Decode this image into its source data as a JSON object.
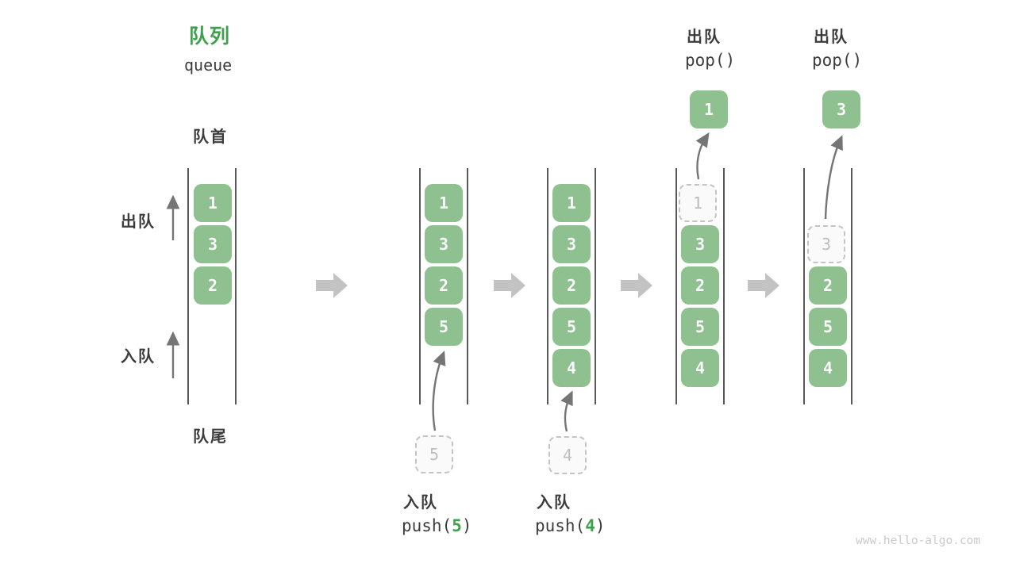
{
  "title": {
    "zh": "队列",
    "en": "queue"
  },
  "side": {
    "front": "队首",
    "rear": "队尾",
    "dequeue": "出队",
    "enqueue": "入队"
  },
  "ops": {
    "pop1": {
      "zh": "出队",
      "code": "pop()"
    },
    "pop2": {
      "zh": "出队",
      "code": "pop()"
    },
    "push5": {
      "zh": "入队",
      "pre": "push(",
      "arg": "5",
      "post": ")"
    },
    "push4": {
      "zh": "入队",
      "pre": "push(",
      "arg": "4",
      "post": ")"
    }
  },
  "stages": [
    {
      "slots": [
        "1",
        "3",
        "2"
      ]
    },
    {
      "slots": [
        "1",
        "3",
        "2",
        "5"
      ],
      "incoming": "5"
    },
    {
      "slots": [
        "1",
        "3",
        "2",
        "5",
        "4"
      ],
      "incoming": "4"
    },
    {
      "ghost": "1",
      "slots": [
        "3",
        "2",
        "5",
        "4"
      ],
      "popped": "1"
    },
    {
      "ghost": "3",
      "slots": [
        "2",
        "5",
        "4"
      ],
      "popped": "3"
    }
  ],
  "watermark": "www.hello-algo.com",
  "colors": {
    "box_green": "#8FC08F",
    "accent_green": "#3DA14D",
    "text_dark": "#3C3C3C",
    "block_arrow_gray": "#C3C3C3",
    "thin_arrow_gray": "#757575",
    "rail_gray": "#595959",
    "ghost_border": "#C4C4C4",
    "ghost_text": "#BDBDBD",
    "watermark_gray": "#CACACA"
  }
}
